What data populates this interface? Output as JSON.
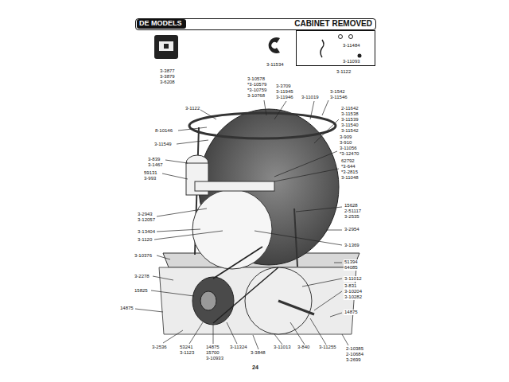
{
  "diagram": {
    "nodes": [
      {
        "text": [
          "CABINET REMOVED"
        ]
      },
      {
        "text": [
          "DE MODELS"
        ],
        "in": 0
      },
      {
        "text": [
          "3-11484",
          "3-11093",
          "3-1122"
        ]
      }
    ],
    "labels": [
      "3-3877",
      "3-3879",
      "3-6208",
      "3-11534",
      "3-10578",
      "*3-10579",
      "*3-10759",
      "3-10768",
      "3-3709",
      "3-11945",
      "3-11946",
      "3-11019",
      "3-1542",
      "3-11546",
      "3-1122",
      "8-10146",
      "3-11549",
      "2-11642",
      "3-11538",
      "3-11539",
      "3-11540",
      "3-11542",
      "3-909",
      "3-910",
      "3-11056",
      "*3-12470",
      "62792",
      "*3-644",
      "*3-2815",
      "3-11048",
      "3-839",
      "3-1467",
      "59131",
      "3-993",
      "15628",
      "2-51117",
      "3-2535",
      "3-2943",
      "3-12057",
      "3-2954",
      "3-13404",
      "3-1120",
      "3-1369",
      "3-10376",
      "51394",
      "64085",
      "3-11012",
      "3-2278",
      "15825",
      "3-831",
      "3-10204",
      "3-10282",
      "14875",
      "14875",
      "3-2536",
      "53241",
      "3-1123",
      "14875",
      "15700",
      "3-10933",
      "3-11324",
      "3-3848",
      "3-11013",
      "3-840",
      "3-11255",
      "2-10385",
      "2-10684",
      "3-2699",
      "24"
    ]
  }
}
